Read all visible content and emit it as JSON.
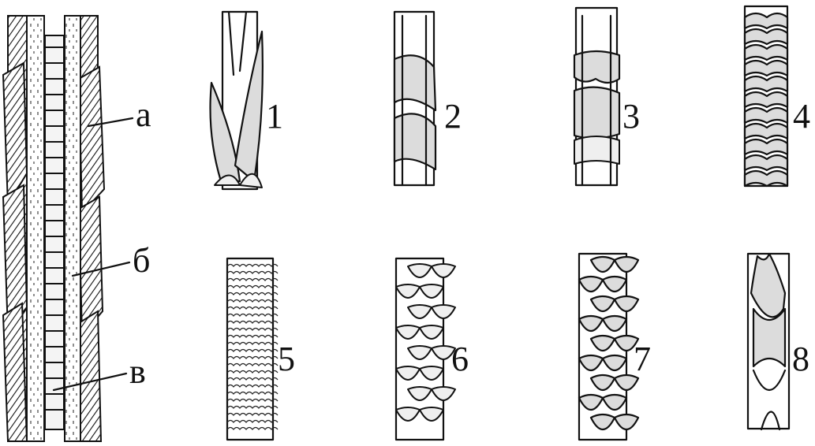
{
  "labels": {
    "a": "а",
    "b": "б",
    "v": "в"
  },
  "numbers": [
    "1",
    "2",
    "3",
    "4",
    "5",
    "6",
    "7",
    "8"
  ],
  "colors": {
    "ink": "#111111",
    "shade": "#dcdcdc",
    "paper": "#ffffff"
  }
}
